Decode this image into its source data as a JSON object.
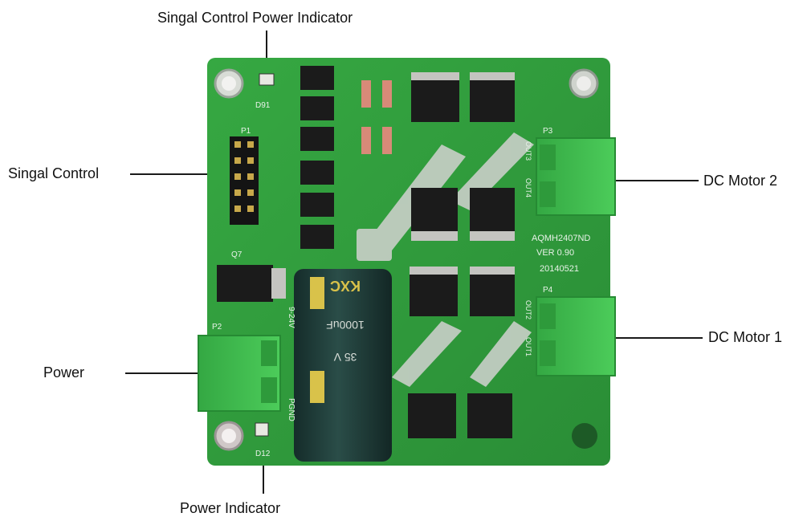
{
  "callouts": {
    "signal_power_indicator": "Singal Control Power Indicator",
    "signal_control": "Singal Control",
    "power": "Power",
    "power_indicator": "Power Indicator",
    "dc_motor_2": "DC Motor 2",
    "dc_motor_1": "DC Motor 1"
  },
  "board": {
    "silkscreen": {
      "model": "AQMH2407ND",
      "version": "VER 0.90",
      "date": "20140521",
      "p1": "P1",
      "p2": "P2",
      "p3": "P3",
      "p4": "P4",
      "q7": "Q7",
      "d91": "D91",
      "d12": "D12",
      "out3": "OUT3",
      "out4": "OUT4",
      "out1": "OUT1",
      "out2": "OUT2",
      "vin": "9-24V",
      "gnd": "PGND"
    },
    "capacitor": {
      "brand": "KXC",
      "value": "1000uF",
      "voltage": "35 V"
    }
  },
  "colors": {
    "pcb": "#2f9a3c",
    "terminal": "#3cb84a",
    "capacitor": "#1f3d3a",
    "chip": "#1b1b1b"
  }
}
